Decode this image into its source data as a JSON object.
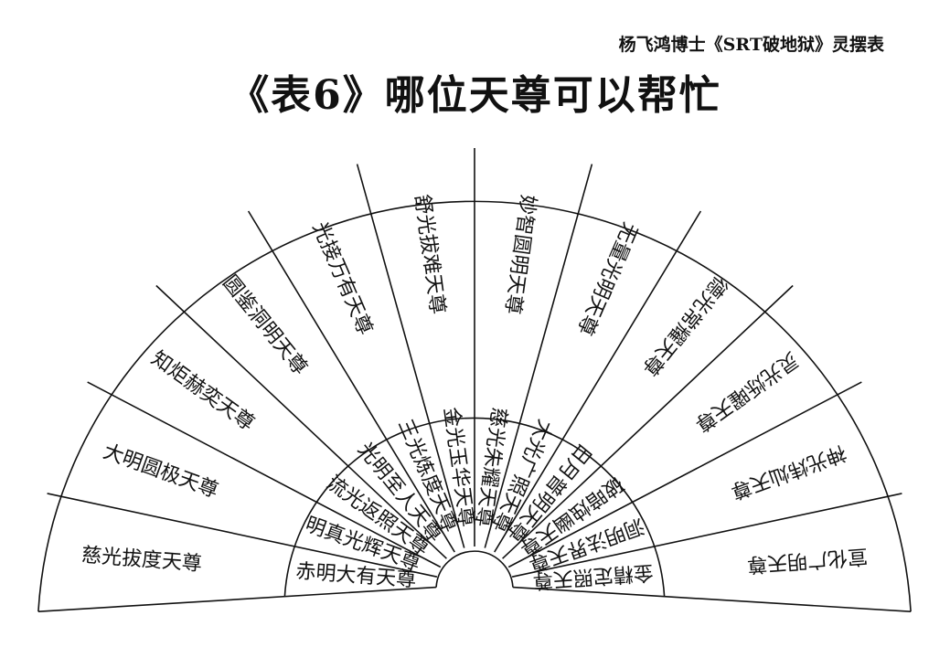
{
  "header": {
    "subtitle": "杨飞鸿博士《SRT破地狱》灵摆表",
    "title": "《表6》哪位天尊可以帮忙"
  },
  "fan": {
    "outer_ring": [
      "慈光拔度天尊",
      "大明圆极天尊",
      "知炬赫奕天尊",
      "圆鉴洞明天尊",
      "光接万有天尊",
      "舒光拔难天尊",
      "妙智圆明天尊",
      "无量光明天尊",
      "德光常耀天尊",
      "灵光烁曜天尊",
      "神光炜灿天尊",
      "宣化广明天尊"
    ],
    "inner_ring": [
      "赤明大有天尊",
      "明真光辉天尊",
      "流光返照天尊",
      "光明至人天尊",
      "三光炼度天尊",
      "金光玉华天尊",
      "慈光朱耀天尊",
      "大光广照天尊",
      "日月普明天尊",
      "破暗烛幽天尊",
      "洞明法界天尊",
      "金精定照天尊"
    ]
  }
}
